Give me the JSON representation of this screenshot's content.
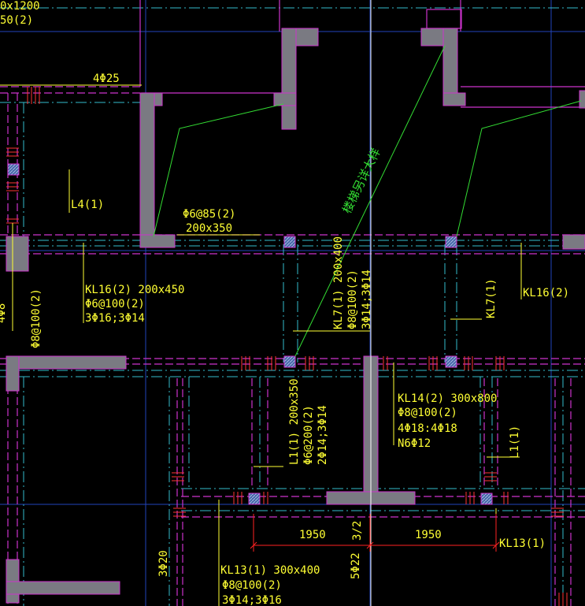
{
  "colors": {
    "background": "#000000",
    "wall": "#7a7a82",
    "beam": "#cc33cc",
    "axis": "#33bbcc",
    "grid": "#2244bb",
    "rebar": "#ff3333",
    "label": "#ffff33",
    "stair": "#33dd33",
    "dim": "#ff2222"
  },
  "labels": {
    "corner_a": "0x1200",
    "corner_b": "50(2)",
    "top_rebar": "4Φ25",
    "l4": "L4(1)",
    "stirrup_l": "Φ6@85(2)",
    "size_l": "200x350",
    "kl16_a": "KL16(2) 200x450",
    "kl16_b": "Φ6@100(2)",
    "kl16_c": "3Φ16;3Φ14",
    "left_v_a": "Φ8@100(2)",
    "left_v_b": "4Φ8",
    "stair_note": "楼梯另详大样",
    "kl7_a": "KL7(1) 200x400",
    "kl7_b": "Φ8@100(2)",
    "kl7_c": "3Φ14;3Φ14",
    "kl7_right": "KL7(1)",
    "kl16_right": "KL16(2)",
    "l1_a": "L1(1) 200x350",
    "l1_b": "Φ6@200(2)",
    "l1_c": "2Φ14;3Φ14",
    "kl14_a": "KL14(2) 300x800",
    "kl14_b": "Φ8@100(2)",
    "kl14_c": "4Φ18:4Φ18",
    "kl14_d": "N6Φ12",
    "l1_right": "L1(1)",
    "dim_left": "1950",
    "dim_mid": "3/2",
    "dim_right": "1950",
    "kl13_right": "KL13(1)",
    "bot_left_v": "3Φ20",
    "bot_mid_v": "5Φ22",
    "kl13_a": "KL13(1) 300x400",
    "kl13_b": "Φ8@100(2)",
    "kl13_c": "3Φ14;3Φ16"
  }
}
